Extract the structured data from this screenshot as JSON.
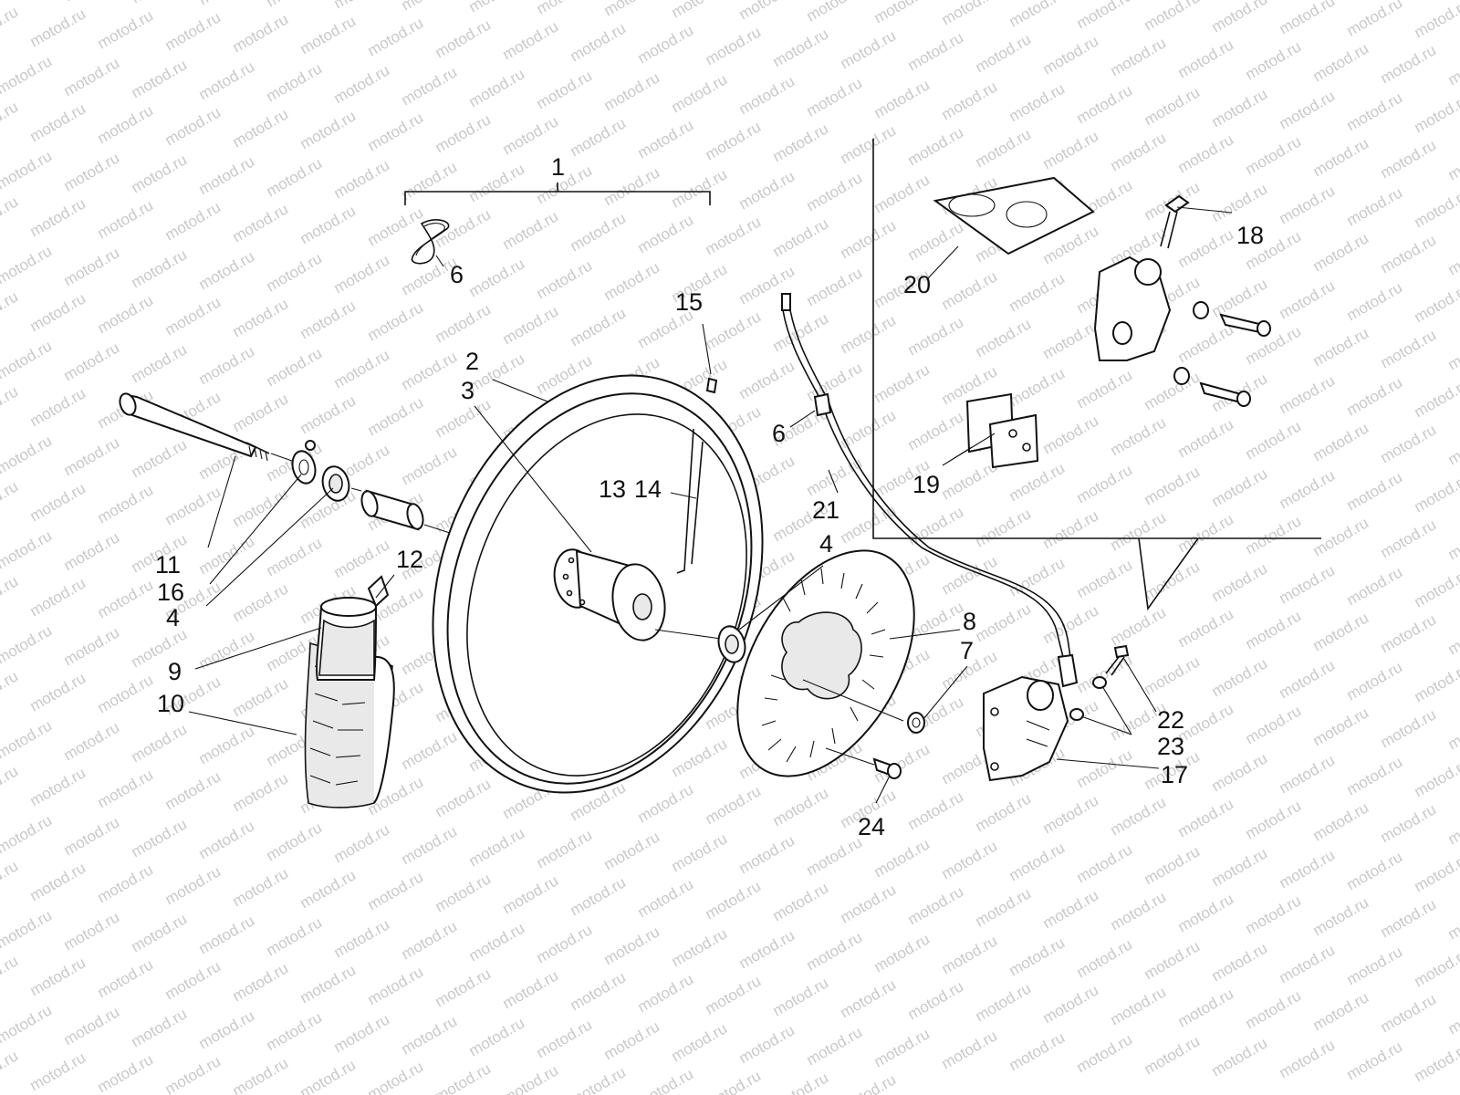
{
  "watermark": {
    "text": "motod.ru"
  },
  "colors": {
    "ink": "#111111",
    "watermark": "#c9c9c9",
    "background": "#ffffff"
  },
  "labels": {
    "l1": "1",
    "l2": "2",
    "l3": "3",
    "l4a": "4",
    "l4b": "4",
    "l6a": "6",
    "l6b": "6",
    "l7": "7",
    "l8": "8",
    "l9": "9",
    "l10": "10",
    "l11": "11",
    "l12": "12",
    "l13": "13",
    "l14": "14",
    "l15": "15",
    "l16": "16",
    "l17": "17",
    "l18": "18",
    "l19": "19",
    "l20": "20",
    "l21": "21",
    "l22": "22",
    "l23": "23",
    "l24": "24"
  }
}
